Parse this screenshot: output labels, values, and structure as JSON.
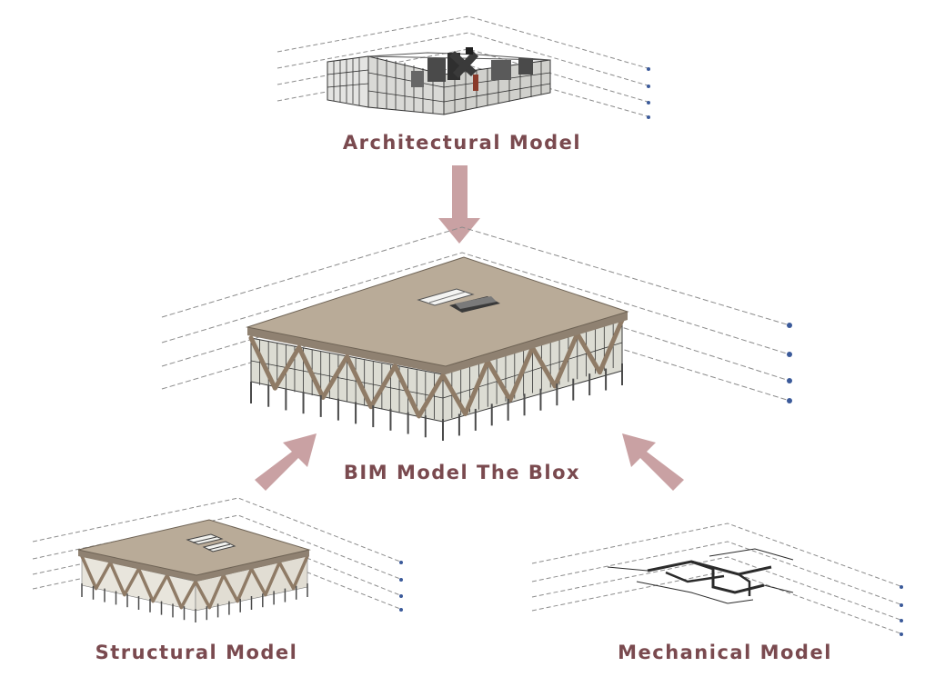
{
  "colors": {
    "label": "#7a4a4f",
    "arrow": "#c9a1a3",
    "level_line": "#8c8c8c",
    "slab_top": "#b9ab98",
    "slab_edge": "#8f8171",
    "timber": "#8f7b66",
    "glass": "#dcdcd3",
    "mullion": "#3a3a3a",
    "duct": "#2b2b2b",
    "marker": "#3b5a9a"
  },
  "labels": {
    "architectural": "Architectural Model",
    "bim": "BIM Model The Blox",
    "structural": "Structural Model",
    "mechanical": "Mechanical Model"
  },
  "arrows": [
    {
      "from": "architectural",
      "to": "bim",
      "direction": "down"
    },
    {
      "from": "structural",
      "to": "bim",
      "direction": "up-right"
    },
    {
      "from": "mechanical",
      "to": "bim",
      "direction": "up-left"
    }
  ],
  "views": [
    {
      "id": "architectural",
      "level_lines": 4
    },
    {
      "id": "bim",
      "level_lines": 4
    },
    {
      "id": "structural",
      "level_lines": 4
    },
    {
      "id": "mechanical",
      "level_lines": 4
    }
  ]
}
